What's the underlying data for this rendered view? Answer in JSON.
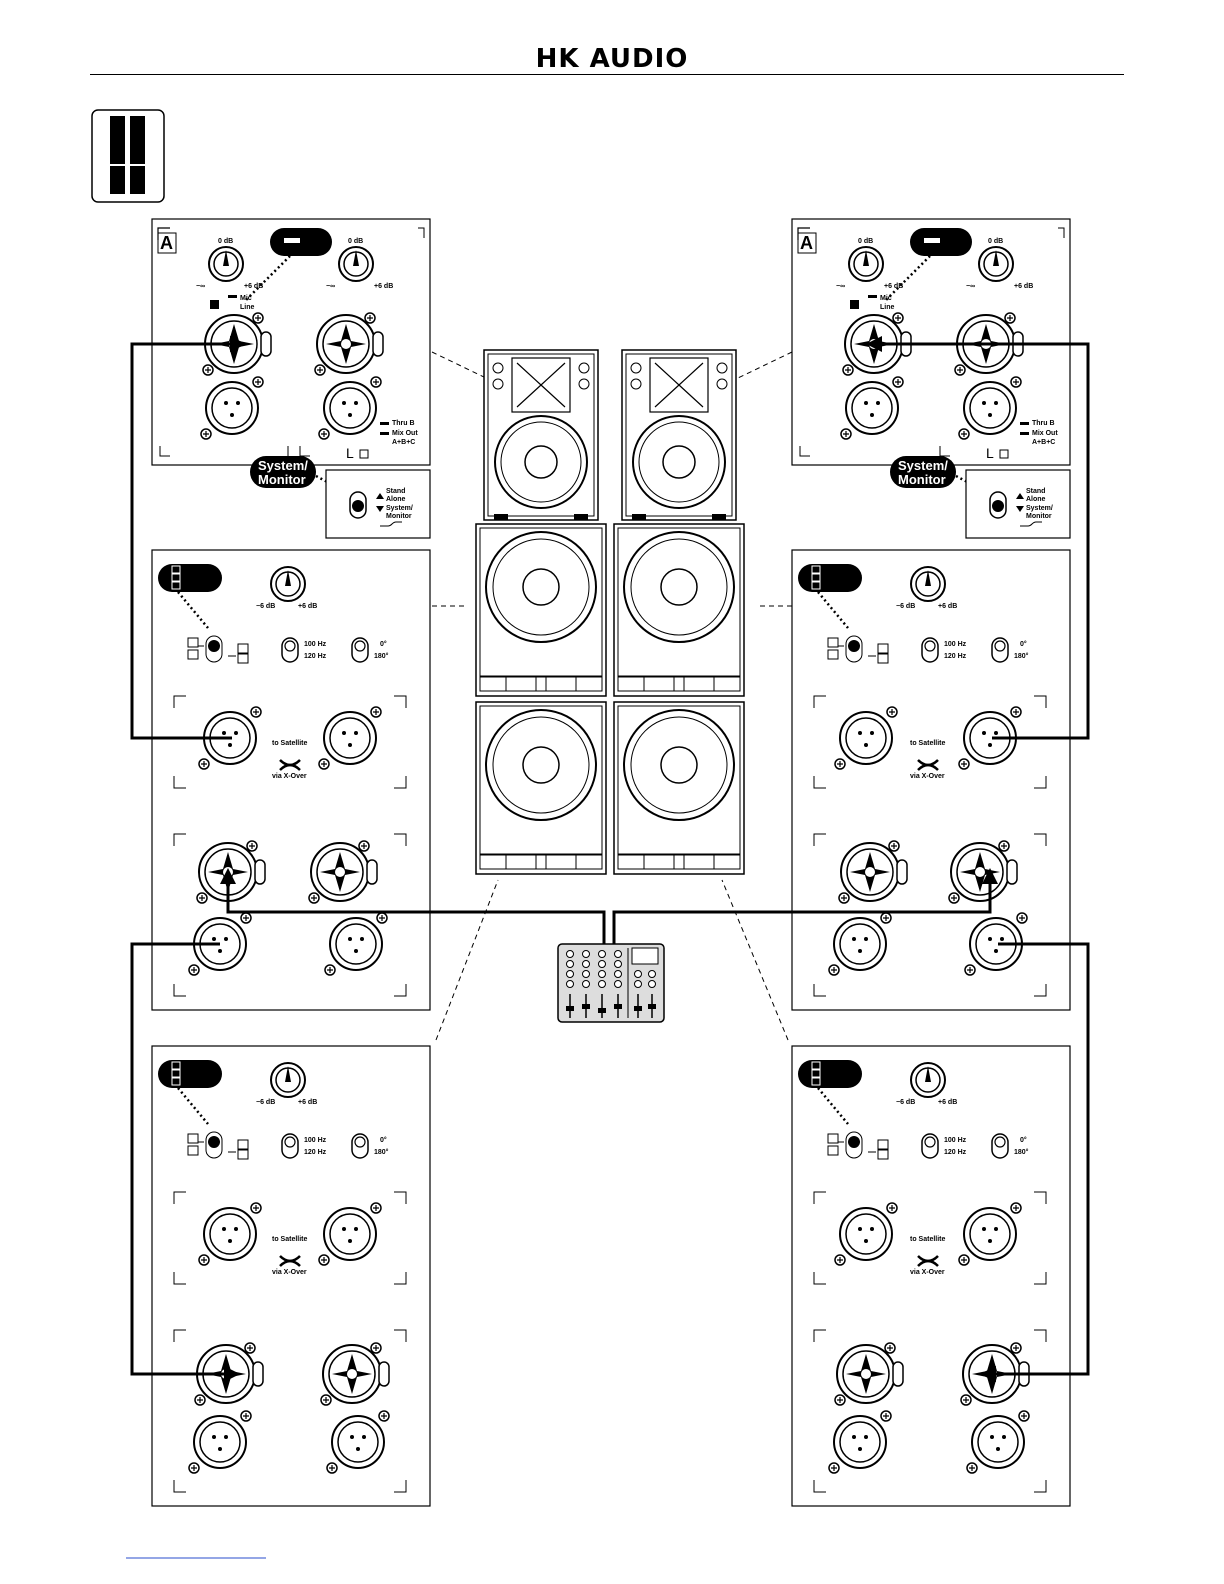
{
  "header": {
    "logo": "HK AUDIO"
  },
  "satellite_panel": {
    "badge": "A",
    "gain_top": "0 dB",
    "gain_left": "−∞",
    "gain_right": "+6 dB",
    "mic": "Mic",
    "line": "Line",
    "thru": "Thru B",
    "mixout": "Mix Out",
    "ab": "A+B+C",
    "mode_label": "L",
    "callout": "System/ Monitor",
    "switch_top": "Stand Alone",
    "switch_bottom": "System/ Monitor"
  },
  "sub_panel": {
    "level_left": "−6 dB",
    "level_right": "+6 dB",
    "freq_top": "100 Hz",
    "freq_bottom": "120 Hz",
    "phase_top": "0°",
    "phase_bottom": "180°",
    "to_satellite": "to Satellite",
    "via_xover": "via X-Over"
  }
}
